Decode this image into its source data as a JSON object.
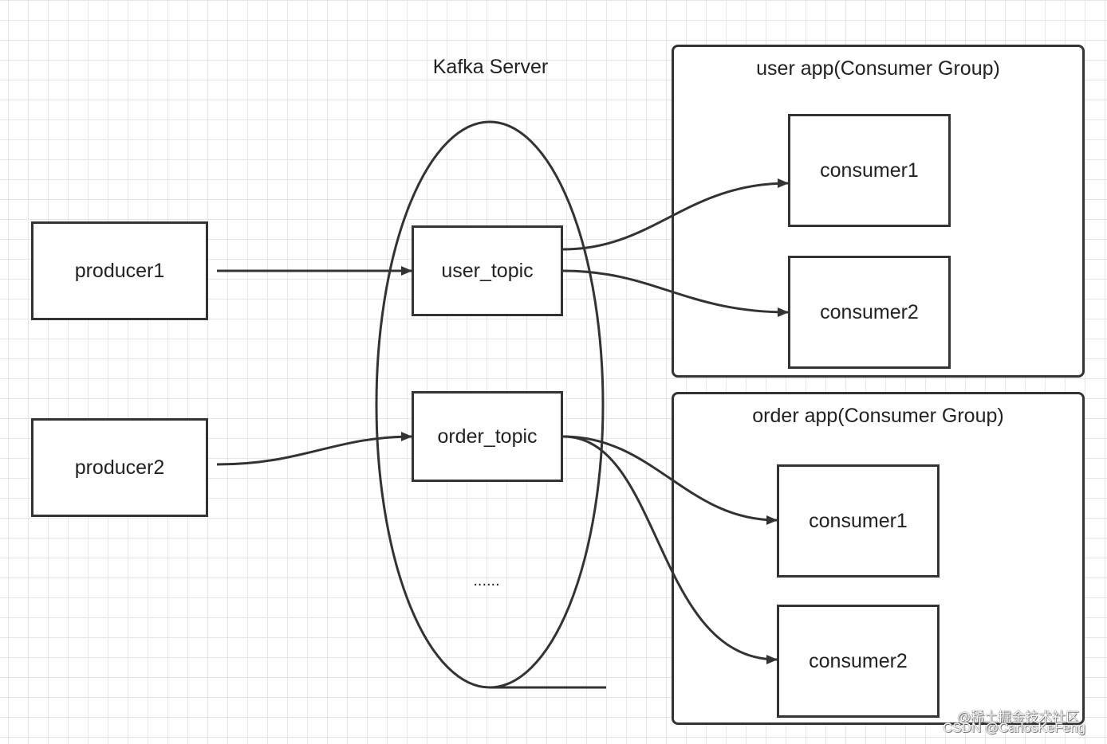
{
  "server": {
    "title": "Kafka Server",
    "ellipsis": "......"
  },
  "producers": [
    {
      "label": "producer1"
    },
    {
      "label": "producer2"
    }
  ],
  "topics": [
    {
      "label": "user_topic"
    },
    {
      "label": "order_topic"
    }
  ],
  "groups": [
    {
      "title": "user app(Consumer Group)",
      "consumers": [
        "consumer1",
        "consumer2"
      ]
    },
    {
      "title": "order app(Consumer Group)",
      "consumers": [
        "consumer1",
        "consumer2"
      ]
    }
  ],
  "watermark": {
    "line1": "@稀土掘金技术社区",
    "line2": "CSDN @CarlosKeFeng"
  },
  "colors": {
    "stroke": "#333333",
    "grid": "#e6e6e6",
    "background": "#ffffff"
  }
}
